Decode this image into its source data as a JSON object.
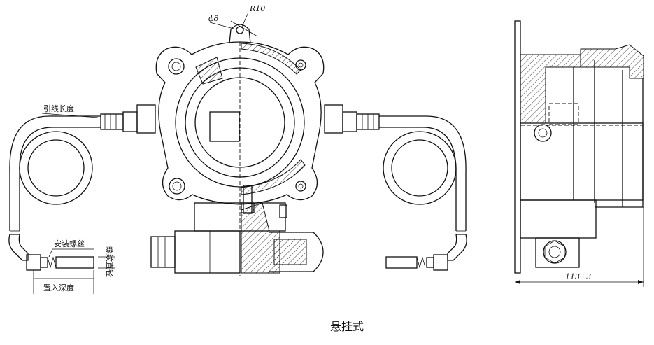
{
  "labels": {
    "diameter": "ϕ8",
    "radius": "R10",
    "lead_length": "引线长度",
    "mount_thread": "安装螺丝",
    "insert_depth": "置入深度",
    "vertical_note": "螺纹直径",
    "width_dim": "113±3"
  },
  "caption": "悬挂式"
}
